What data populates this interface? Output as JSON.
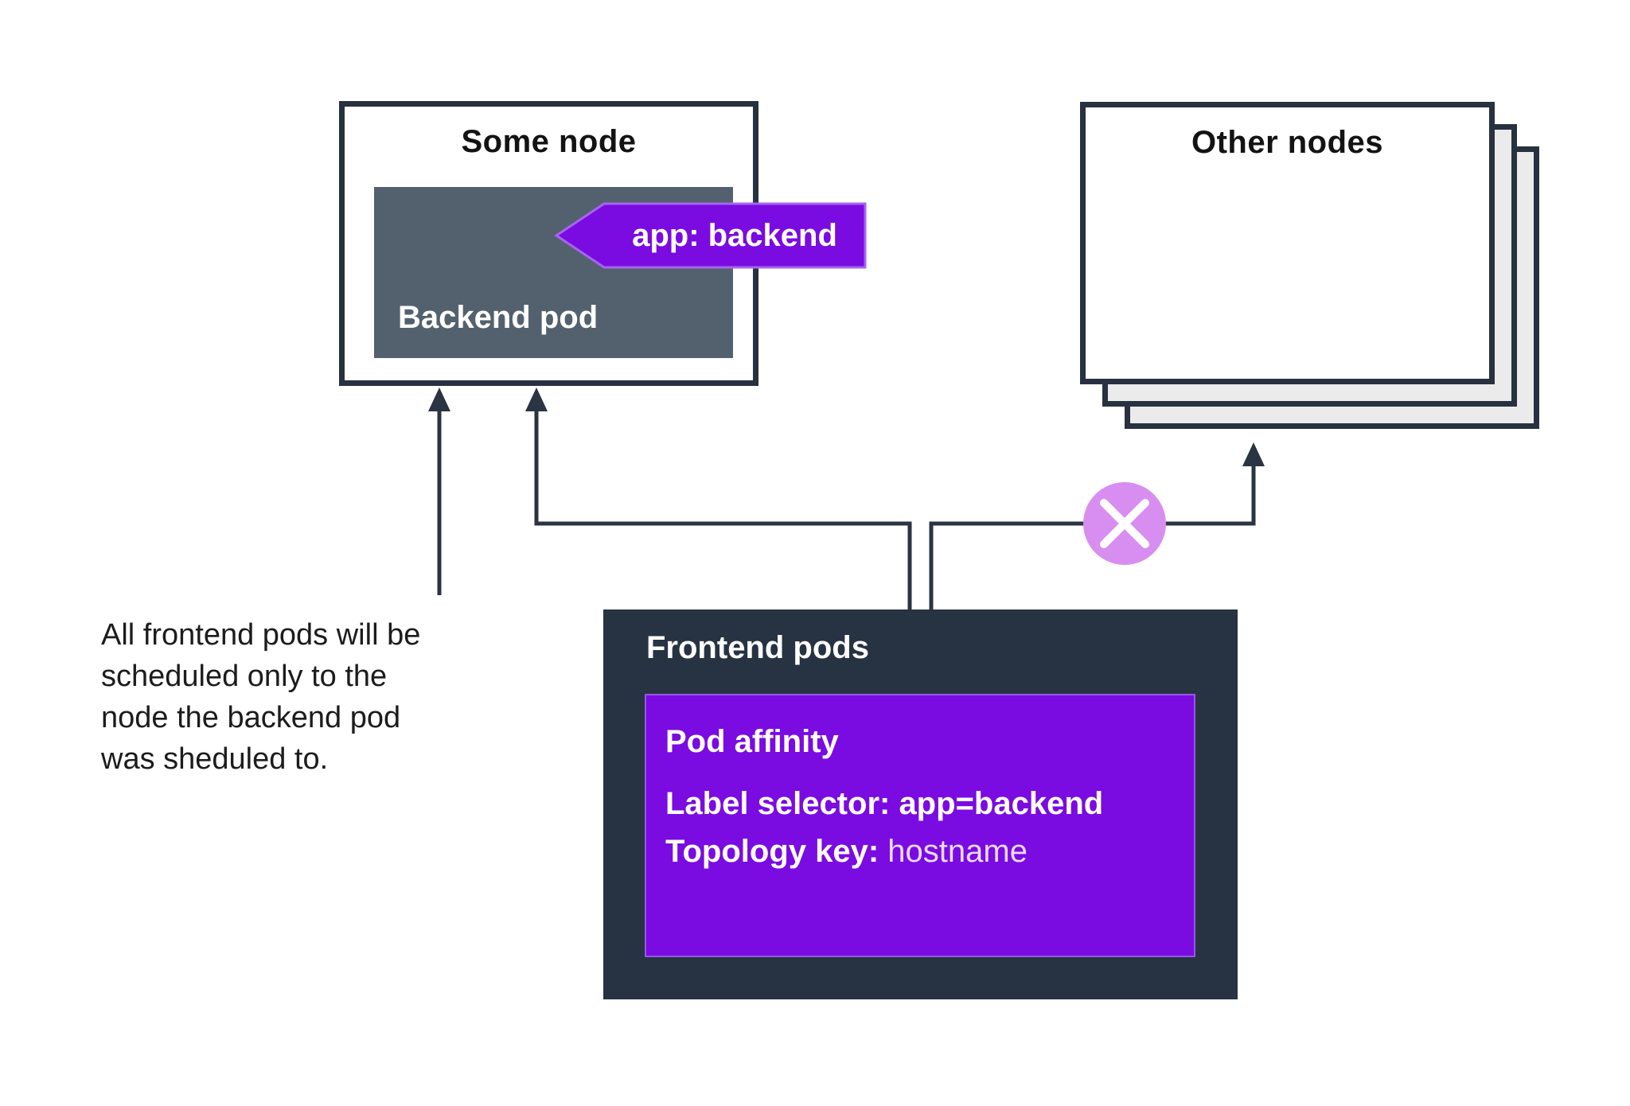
{
  "some_node": {
    "title": "Some node",
    "backend_pod_label": "Backend pod",
    "tag_label": "app: backend"
  },
  "other_nodes": {
    "title": "Other nodes"
  },
  "frontend_pods": {
    "title": "Frontend pods",
    "affinity": {
      "heading": "Pod affinity",
      "label_selector_key": "Label selector: ",
      "label_selector_value": "app=backend",
      "topology_key": "Topology key: ",
      "topology_value": "hostname"
    }
  },
  "note": {
    "text": "All frontend pods will be\nscheduled only to the\nnode the backend pod\nwas sheduled to."
  },
  "icons": {
    "blocked_icon": "x-icon"
  },
  "colors": {
    "navy": "#27313f",
    "line": "#2a3442",
    "slate": "#53616e",
    "purple": "#7a0be1",
    "tag_border": "#a465ec",
    "blocked_circle": "#d88ef0",
    "stack_back": "#ecebec"
  }
}
